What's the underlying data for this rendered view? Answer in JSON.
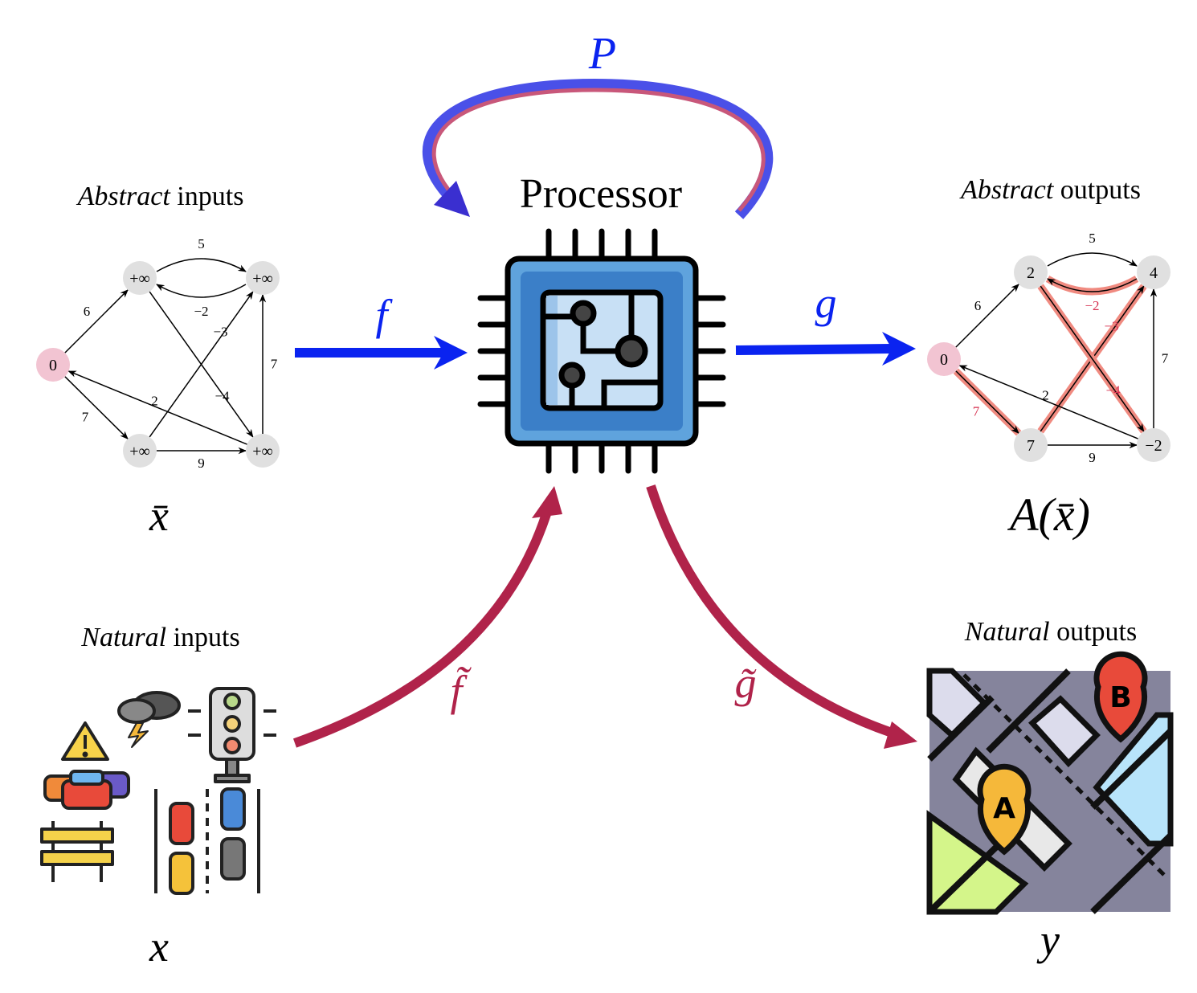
{
  "colors": {
    "blue": "#0a23f0",
    "crimson": "#b0234a",
    "highlight": "#f08a80",
    "source_node": "#f2c4d2",
    "node": "#e0e0e0",
    "loop_blue": "#4a50e8",
    "loop_pink": "#c8577a"
  },
  "processor": {
    "title": "Processor",
    "loop_label": "P"
  },
  "arrows": {
    "encoder": "f",
    "decoder": "g",
    "natural_encoder": "f̃",
    "natural_decoder": "g̃"
  },
  "abstract_inputs": {
    "title_italic": "Abstract",
    "title_rest": " inputs",
    "symbol": "x̄",
    "nodes": [
      "0",
      "+∞",
      "+∞",
      "+∞",
      "+∞"
    ],
    "edges": [
      {
        "from": 0,
        "to": 1,
        "weight": "6"
      },
      {
        "from": 0,
        "to": 3,
        "weight": "7"
      },
      {
        "from": 1,
        "to": 2,
        "weight": "5"
      },
      {
        "from": 2,
        "to": 1,
        "weight": "−2"
      },
      {
        "from": 3,
        "to": 2,
        "weight": "−3"
      },
      {
        "from": 1,
        "to": 4,
        "weight": "−4"
      },
      {
        "from": 4,
        "to": 2,
        "weight": "7"
      },
      {
        "from": 4,
        "to": 0,
        "weight": "2"
      },
      {
        "from": 3,
        "to": 4,
        "weight": "9"
      }
    ]
  },
  "abstract_outputs": {
    "title_italic": "Abstract",
    "title_rest": " outputs",
    "symbol": "A(x̄)",
    "nodes": [
      "0",
      "2",
      "4",
      "7",
      "−2"
    ],
    "highlighted_edges": [
      [
        0,
        3
      ],
      [
        3,
        2
      ],
      [
        2,
        1
      ],
      [
        1,
        4
      ]
    ]
  },
  "natural_inputs": {
    "title_italic": "Natural",
    "title_rest": " inputs",
    "symbol": "x",
    "icons": [
      "car-crash-icon",
      "storm-icon",
      "traffic-light-icon",
      "roadblock-icon",
      "road-traffic-icon"
    ]
  },
  "natural_outputs": {
    "title_italic": "Natural",
    "title_rest": " outputs",
    "symbol": "y",
    "icons": [
      "city-map-icon"
    ],
    "pins": [
      "A",
      "B"
    ]
  }
}
